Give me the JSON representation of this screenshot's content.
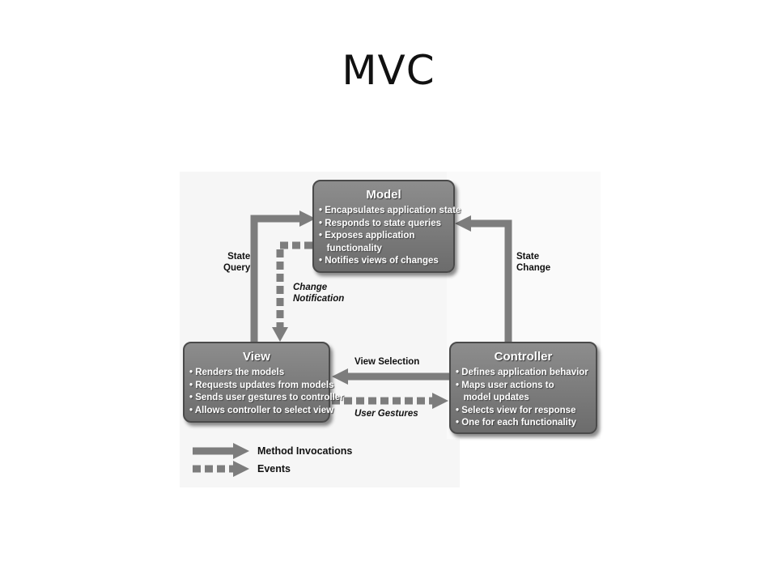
{
  "title": "MVC",
  "model": {
    "title": "Model",
    "items": [
      "• Encapsulates application state",
      "• Responds to state queries",
      "• Exposes application",
      "   functionality",
      "• Notifies views of changes"
    ]
  },
  "view": {
    "title": "View",
    "items": [
      "• Renders the models",
      "• Requests updates from models",
      "• Sends user gestures to controller",
      "• Allows controller to select view"
    ]
  },
  "controller": {
    "title": "Controller",
    "items": [
      "• Defines application behavior",
      "• Maps user actions to",
      "   model updates",
      "• Selects view for response",
      "• One for each functionality"
    ]
  },
  "labels": {
    "state_query_1": "State",
    "state_query_2": "Query",
    "state_change_1": "State",
    "state_change_2": "Change",
    "change_notification_1": "Change",
    "change_notification_2": "Notification",
    "view_selection": "View Selection",
    "user_gestures": "User Gestures"
  },
  "legend": {
    "method_invocations": "Method Invocations",
    "events": "Events"
  }
}
